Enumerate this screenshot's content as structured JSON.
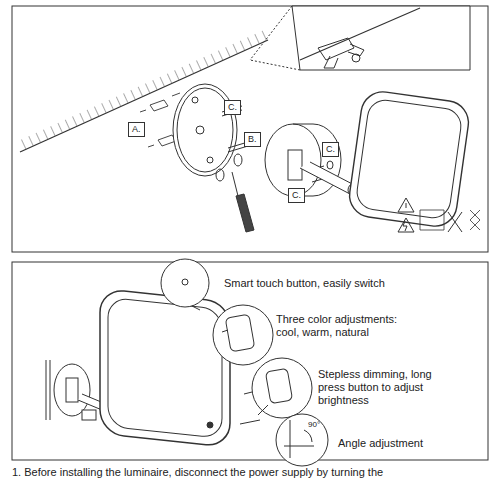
{
  "diagram": {
    "nodes": [
      {
        "text": [
          "A."
        ]
      },
      {
        "text": [
          "C."
        ]
      },
      {
        "text": [
          "B."
        ]
      },
      {
        "text": [
          "C."
        ]
      },
      {
        "text": [
          "C."
        ]
      }
    ],
    "labels": [
      "Smart touch button, easily switch",
      "Three color adjustments: cool, warm, natural",
      "Stepless dimming, long press button to adjust brightness",
      "90°",
      "Angle adjustment",
      "1. Before installing the luminaire, disconnect the power supply by turning the"
    ]
  }
}
